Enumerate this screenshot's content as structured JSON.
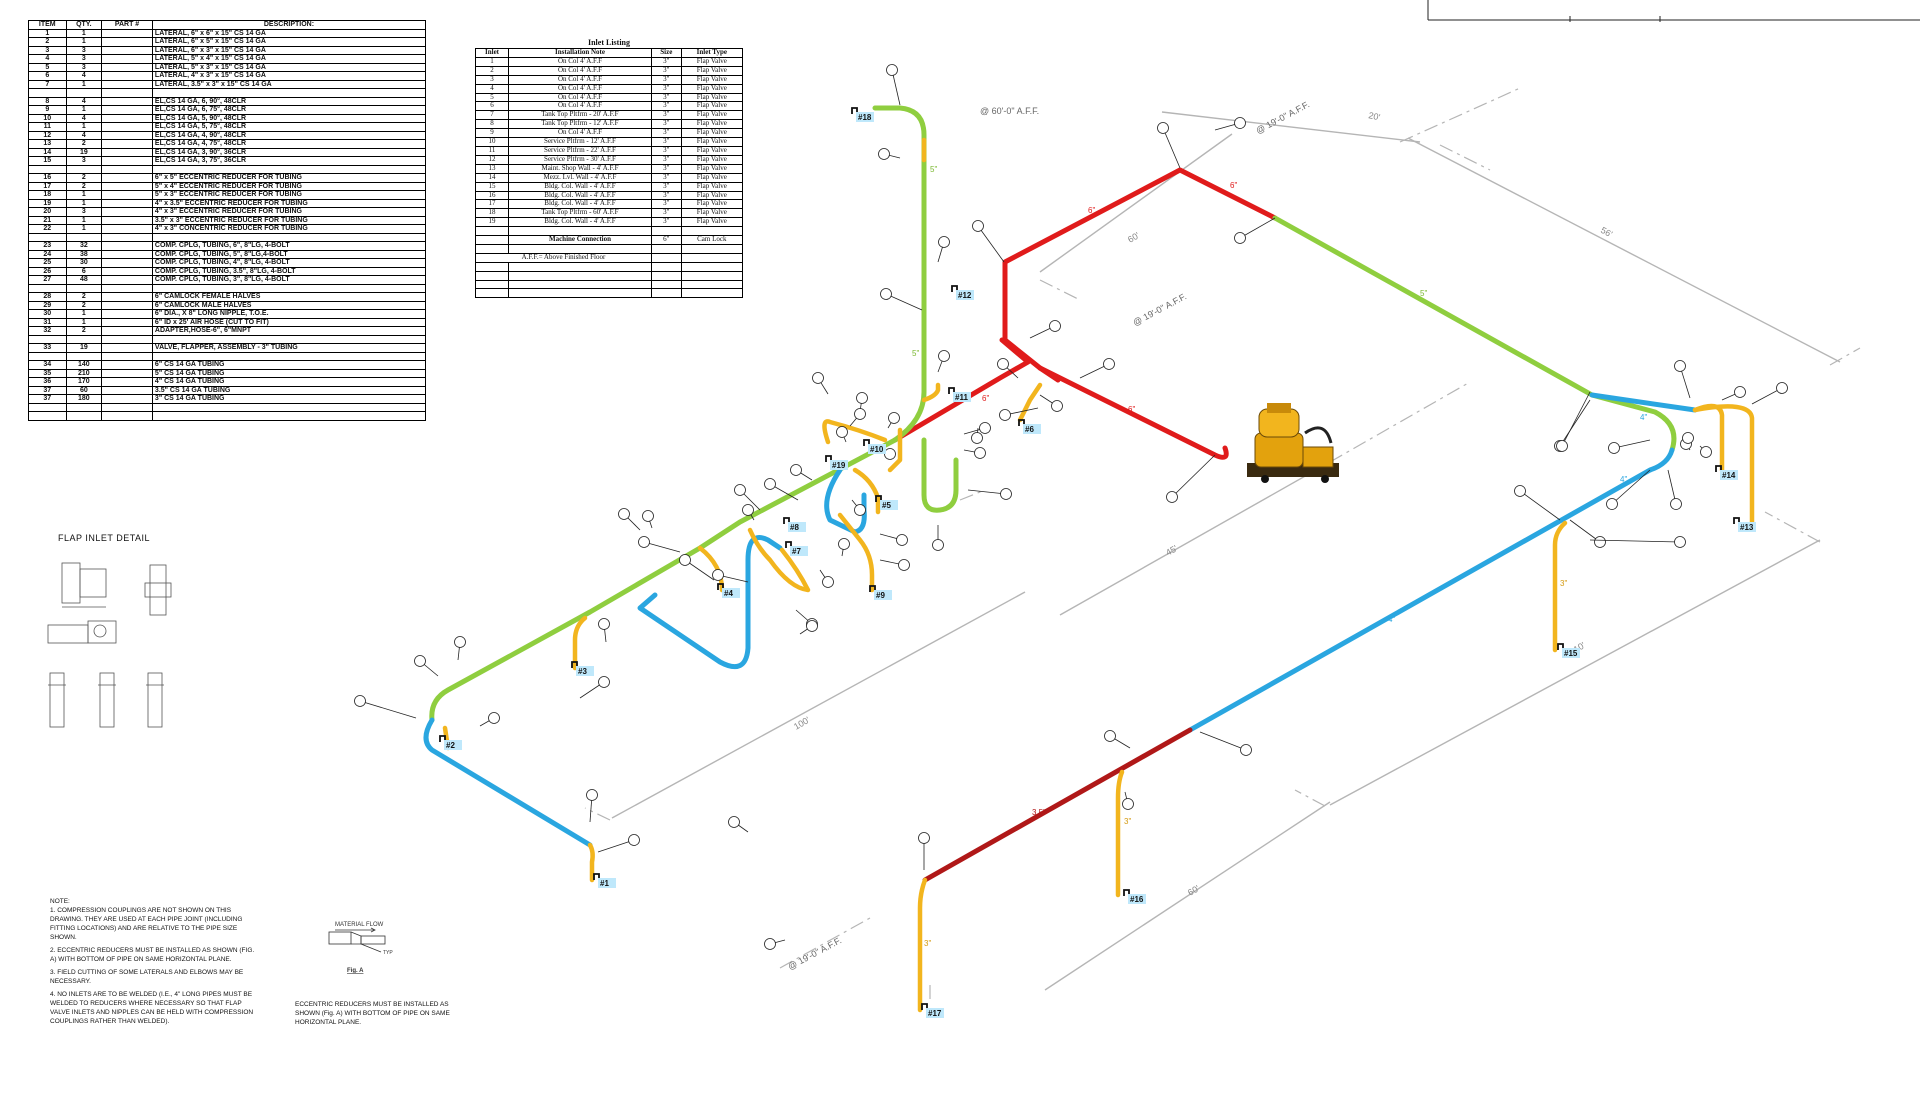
{
  "bom": {
    "headers": [
      "ITEM",
      "QTY.",
      "PART #",
      "DESCRIPTION:"
    ],
    "rows": [
      [
        "1",
        "1",
        "",
        "LATERAL, 6\" x 6\" x 15\" CS 14 GA"
      ],
      [
        "2",
        "1",
        "",
        "LATERAL, 6\" x 5\" x 15\" CS 14 GA"
      ],
      [
        "3",
        "3",
        "",
        "LATERAL, 6\" x 3\" x 15\" CS 14 GA"
      ],
      [
        "4",
        "3",
        "",
        "LATERAL, 5\" x 4\" x 15\" CS 14 GA"
      ],
      [
        "5",
        "3",
        "",
        "LATERAL, 5\" x 3\" x 15\" CS 14 GA"
      ],
      [
        "6",
        "4",
        "",
        "LATERAL, 4\" x 3\" x 15\" CS 14 GA"
      ],
      [
        "7",
        "1",
        "",
        "LATERAL, 3.5\" x 3\" x 15\" CS 14 GA"
      ],
      [
        "",
        "",
        "",
        ""
      ],
      [
        "8",
        "4",
        "",
        "EL,CS 14 GA, 6, 90°, 48CLR"
      ],
      [
        "9",
        "1",
        "",
        "EL,CS 14 GA, 6, 75°, 48CLR"
      ],
      [
        "10",
        "4",
        "",
        "EL,CS 14 GA, 5, 90°, 48CLR"
      ],
      [
        "11",
        "1",
        "",
        "EL,CS 14 GA, 5, 75°, 48CLR"
      ],
      [
        "12",
        "4",
        "",
        "EL,CS 14 GA, 4, 90°, 48CLR"
      ],
      [
        "13",
        "2",
        "",
        "EL,CS 14 GA, 4, 75°, 48CLR"
      ],
      [
        "14",
        "19",
        "",
        "EL,CS 14 GA, 3, 90°, 36CLR"
      ],
      [
        "15",
        "3",
        "",
        "EL,CS 14 GA, 3, 75°, 36CLR"
      ],
      [
        "",
        "",
        "",
        ""
      ],
      [
        "16",
        "2",
        "",
        "6\" x 5\" ECCENTRIC REDUCER FOR TUBING"
      ],
      [
        "17",
        "2",
        "",
        "5\" x 4\" ECCENTRIC REDUCER FOR TUBING"
      ],
      [
        "18",
        "1",
        "",
        "5\" x 3\" ECCENTRIC REDUCER FOR TUBING"
      ],
      [
        "19",
        "1",
        "",
        "4\" x 3.5\" ECCENTRIC REDUCER FOR TUBING"
      ],
      [
        "20",
        "3",
        "",
        "4\" x 3\" ECCENTRIC REDUCER FOR TUBING"
      ],
      [
        "21",
        "1",
        "",
        "3.5\" x 3\" ECCENTRIC REDUCER FOR TUBING"
      ],
      [
        "22",
        "1",
        "",
        "4\" x 3\" CONCENTRIC REDUCER FOR TUBING"
      ],
      [
        "",
        "",
        "",
        ""
      ],
      [
        "23",
        "32",
        "",
        "COMP. CPLG, TUBING, 6\", 8\"LG, 4-BOLT"
      ],
      [
        "24",
        "38",
        "",
        "COMP. CPLG, TUBING, 5\", 8\"LG,4-BOLT"
      ],
      [
        "25",
        "30",
        "",
        "COMP. CPLG, TUBING, 4\", 8\"LG, 4-BOLT"
      ],
      [
        "26",
        "6",
        "",
        "COMP. CPLG, TUBING, 3.5\", 8\"LG, 4-BOLT"
      ],
      [
        "27",
        "48",
        "",
        "COMP. CPLG, TUBING, 3\", 8\"LG, 4-BOLT"
      ],
      [
        "",
        "",
        "",
        ""
      ],
      [
        "28",
        "2",
        "",
        "6\" CAMLOCK FEMALE HALVES"
      ],
      [
        "29",
        "2",
        "",
        "6\" CAMLOCK MALE HALVES"
      ],
      [
        "30",
        "1",
        "",
        "6\" DIA., X 8\" LONG NIPPLE, T.O.E."
      ],
      [
        "31",
        "1",
        "",
        "6\" ID x 25' AIR HOSE (CUT TO FIT)"
      ],
      [
        "32",
        "2",
        "",
        "ADAPTER,HOSE-6\", 6\"MNPT"
      ],
      [
        "",
        "",
        "",
        ""
      ],
      [
        "33",
        "19",
        "",
        "VALVE, FLAPPER, ASSEMBLY - 3\" TUBING"
      ],
      [
        "",
        "",
        "",
        ""
      ],
      [
        "34",
        "140",
        "",
        "6\" CS 14 GA TUBING"
      ],
      [
        "35",
        "210",
        "",
        "5\" CS 14 GA TUBING"
      ],
      [
        "36",
        "170",
        "",
        "4\" CS 14 GA TUBING"
      ],
      [
        "37",
        "60",
        "",
        "3.5\" CS 14 GA TUBING"
      ],
      [
        "37",
        "180",
        "",
        "3\" CS 14 GA TUBING"
      ],
      [
        "",
        "",
        "",
        ""
      ],
      [
        "",
        "",
        "",
        ""
      ]
    ]
  },
  "inlet_listing": {
    "title": "Inlet Listing",
    "headers": [
      "Inlet",
      "Installation Note",
      "Size",
      "Inlet Type"
    ],
    "rows": [
      [
        "1",
        "On Col 4' A.F.F",
        "3\"",
        "Flap Valve"
      ],
      [
        "2",
        "On Col 4' A.F.F",
        "3\"",
        "Flap Valve"
      ],
      [
        "3",
        "On Col 4' A.F.F",
        "3\"",
        "Flap Valve"
      ],
      [
        "4",
        "On Col 4' A.F.F",
        "3\"",
        "Flap Valve"
      ],
      [
        "5",
        "On Col 4' A.F.F",
        "3\"",
        "Flap Valve"
      ],
      [
        "6",
        "On Col 4' A.F.F",
        "3\"",
        "Flap Valve"
      ],
      [
        "7",
        "Tank Top Pltfrm - 20' A.F.F",
        "3\"",
        "Flap Valve"
      ],
      [
        "8",
        "Tank Top Pltfrm - 12' A.F.F",
        "3\"",
        "Flap Valve"
      ],
      [
        "9",
        "On Col 4' A.F.F",
        "3\"",
        "Flap Valve"
      ],
      [
        "10",
        "Service Pltfrm - 12' A.F.F",
        "3\"",
        "Flap Valve"
      ],
      [
        "11",
        "Service Pltfrm - 22' A.F.F",
        "3\"",
        "Flap Valve"
      ],
      [
        "12",
        "Service Pltfrm - 30' A.F.F",
        "3\"",
        "Flap Valve"
      ],
      [
        "13",
        "Maint. Shop Wall - 4' A.F.F",
        "3\"",
        "Flap Valve"
      ],
      [
        "14",
        "Mezz. Lvl. Wall - 4' A.F.F",
        "3\"",
        "Flap Valve"
      ],
      [
        "15",
        "Bldg. Col. Wall - 4' A.F.F",
        "3\"",
        "Flap Valve"
      ],
      [
        "16",
        "Bldg. Col. Wall - 4' A.F.F",
        "3\"",
        "Flap Valve"
      ],
      [
        "17",
        "Bldg. Col. Wall - 4' A.F.F",
        "3\"",
        "Flap Valve"
      ],
      [
        "18",
        "Tank Top Pltfrm - 60' A.F.F",
        "3\"",
        "Flap Valve"
      ],
      [
        "19",
        "Bldg. Col. Wall - 4' A.F.F",
        "3\"",
        "Flap Valve"
      ]
    ],
    "machine_row": [
      "",
      "Machine Connection",
      "6\"",
      "Cam Lock"
    ],
    "footnote": "A.F.F.= Above Finished Floor"
  },
  "flap_detail_title": "FLAP INLET DETAIL",
  "notes": {
    "heading": "NOTE:",
    "items": [
      "1. COMPRESSION COUPLINGS ARE NOT SHOWN ON THIS DRAWING. THEY ARE USED AT EACH PIPE JOINT (INCLUDING FITTING LOCATIONS) AND ARE RELATIVE TO THE PIPE SIZE SHOWN.",
      "2. ECCENTRIC REDUCERS MUST BE INSTALLED AS SHOWN (FIG. A) WITH BOTTOM OF PIPE ON SAME HORIZONTAL PLANE.",
      "3. FIELD CUTTING OF SOME LATERALS AND ELBOWS MAY BE NECESSARY.",
      "4. NO INLETS ARE TO BE WELDED (I.E., 4\" LONG PIPES MUST BE WELDED TO REDUCERS WHERE NECESSARY SO THAT FLAP VALVE INLETS AND NIPPLES CAN BE HELD WITH COMPRESSION COUPLINGS RATHER THAN WELDED)."
    ]
  },
  "fig_a": {
    "material_flow": "MATERIAL FLOW",
    "typ": "TYP",
    "caption": "Fig. A"
  },
  "eccentric_note": "ECCENTRIC REDUCERS MUST BE INSTALLED AS SHOWN (Fig. A) WITH BOTTOM OF PIPE ON SAME HORIZONTAL PLANE.",
  "elevations": [
    "@ 60'-0\" A.F.F.",
    "@ 19'-0\" A.F.F.",
    "@ 19'-0\" A.F.F.",
    "@ 19'-0\" A.F.F."
  ],
  "dimensions": [
    "20'",
    "60'",
    "56'",
    "45'",
    "100'",
    "110'",
    "60'"
  ],
  "pipe_sizes": [
    "6\"",
    "6\"",
    "6\"",
    "6\"",
    "5\"",
    "5\"",
    "5\"",
    "4\"",
    "4\"",
    "4\"",
    "3.5\"",
    "3\"",
    "3\"",
    "3\""
  ],
  "inlet_tags": [
    "#1",
    "#2",
    "#3",
    "#4",
    "#5",
    "#6",
    "#7",
    "#8",
    "#9",
    "#10",
    "#11",
    "#12",
    "#13",
    "#14",
    "#15",
    "#16",
    "#17",
    "#18",
    "#19"
  ],
  "colors": {
    "red": "#e01b1b",
    "dark_red": "#b01818",
    "green": "#8fce3f",
    "blue": "#2aa6e0",
    "yellow": "#f2b51e",
    "tag_bg": "#bfe8fb",
    "dim": "#b0b0b0"
  }
}
